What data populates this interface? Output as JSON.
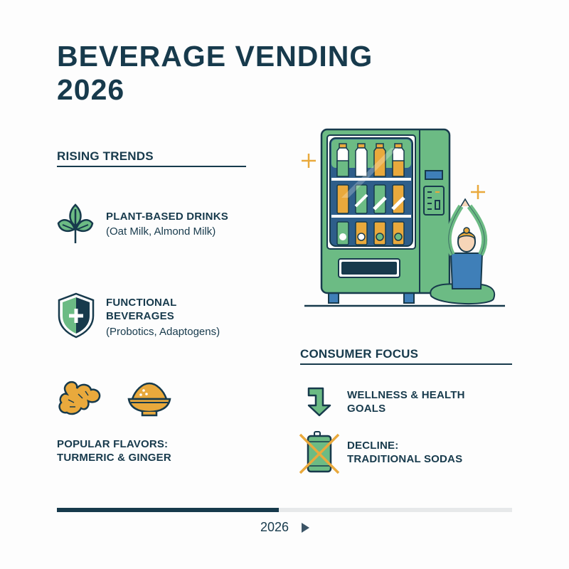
{
  "header": {
    "title_line1": "BEVERAGE VENDING",
    "title_line2": "2026"
  },
  "rising_trends": {
    "heading": "RISING TRENDS",
    "items": [
      {
        "icon": "leaf-sprout-icon",
        "title": "PLANT-BASED DRINKS",
        "subtitle": "(Oat Milk, Almond Milk)"
      },
      {
        "icon": "shield-plus-icon",
        "title_line1": "FUNCTIONAL",
        "title_line2": "BEVERAGES",
        "subtitle": "(Probotics, Adaptogens)"
      },
      {
        "icons": [
          "ginger-root-icon",
          "turmeric-bowl-icon"
        ],
        "title_line1": "POPULAR FLAVORS:",
        "title_line2": "TURMERIC & GINGER"
      }
    ]
  },
  "consumer_focus": {
    "heading": "CONSUMER FOCUS",
    "items": [
      {
        "icon": "down-arrow-icon",
        "title_line1": "WELLNESS & HEALTH",
        "title_line2": "GOALS"
      },
      {
        "icon": "crossed-out-can-icon",
        "title_line1": "DECLINE:",
        "title_line2": "TRADITIONAL SODAS"
      }
    ]
  },
  "illustration": {
    "icon": "vending-machine-yoga-illustration",
    "sparkles": [
      "sparkle-icon",
      "sparkle-icon"
    ]
  },
  "timeline": {
    "label": "2026",
    "progress_percent": 49,
    "control_icon": "play-icon"
  },
  "colors": {
    "navy": "#173a4c",
    "green": "#6cbb84",
    "orange": "#e9a93c",
    "blue": "#3f7fb8",
    "track": "#e7e9ea"
  }
}
